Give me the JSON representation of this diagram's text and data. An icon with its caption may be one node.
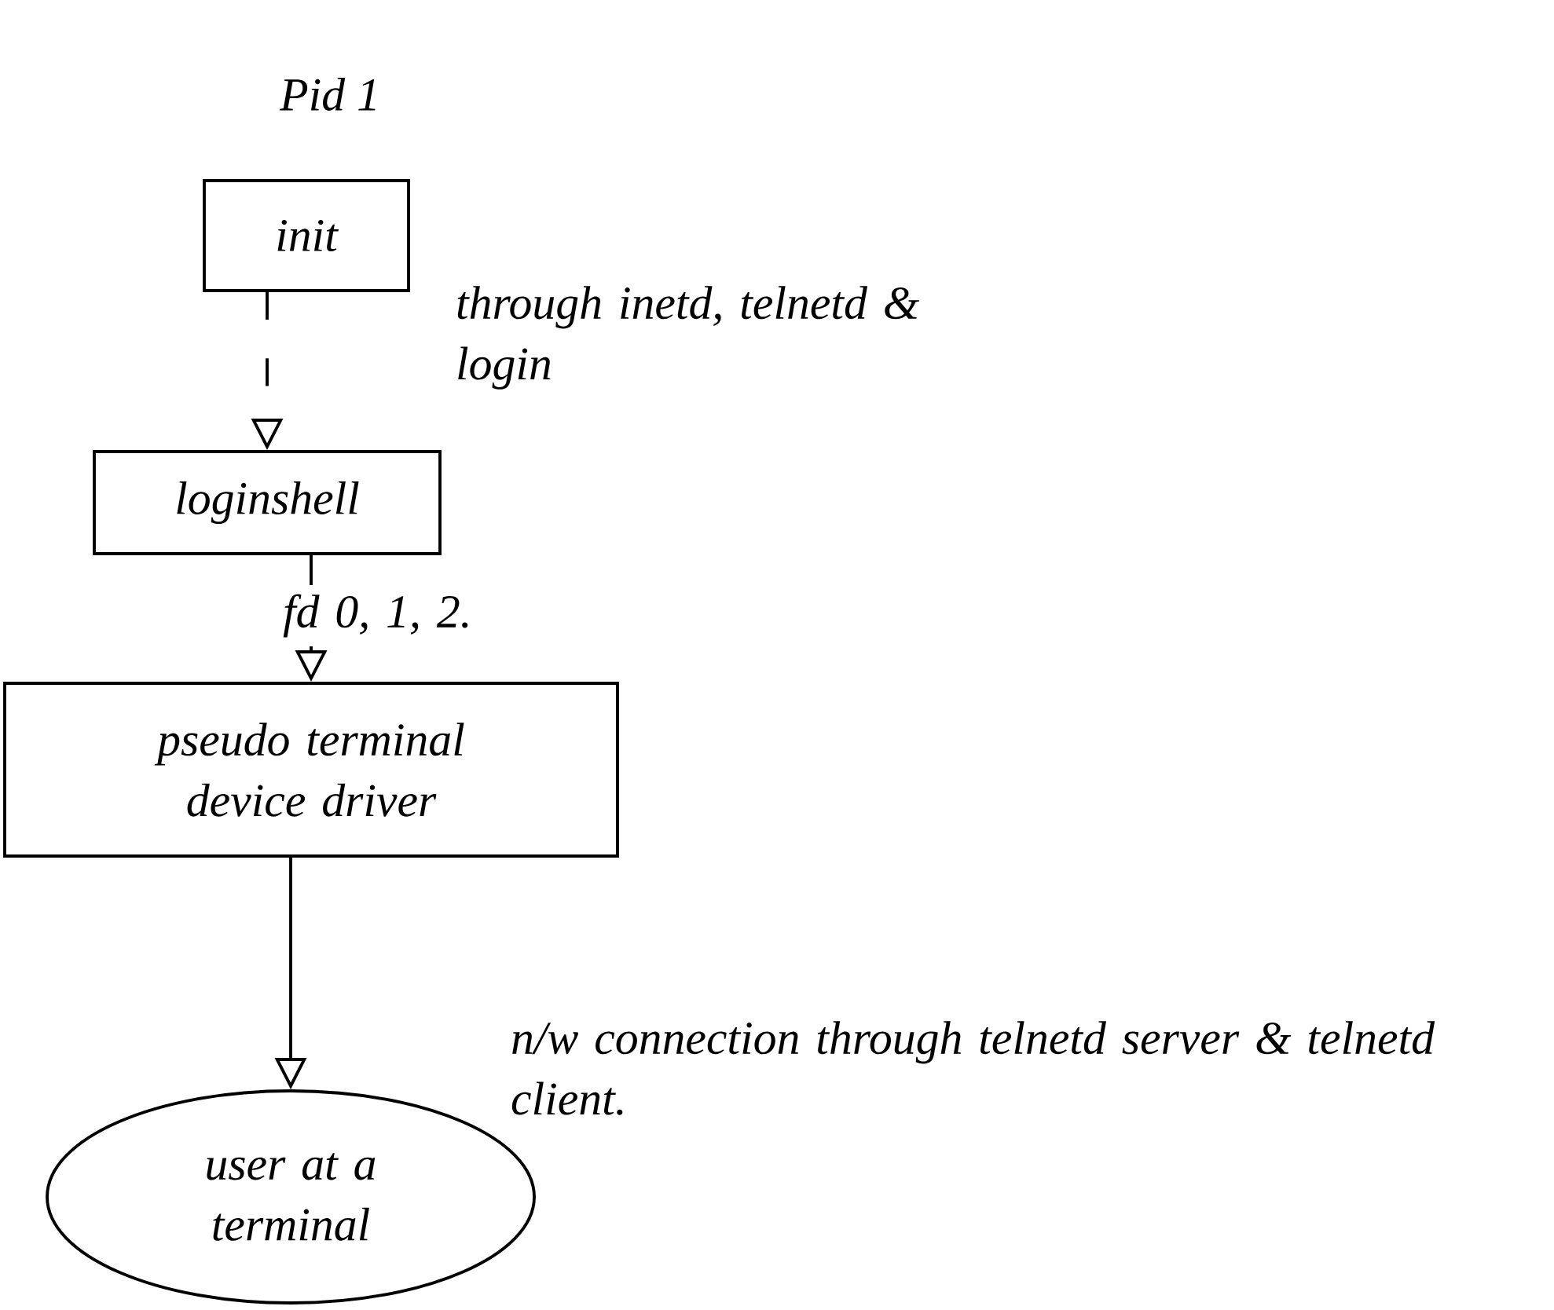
{
  "diagram": {
    "nodes": [
      {
        "text": [
          "init"
        ],
        "beside": [
          "Pid 1"
        ]
      },
      {
        "text": [
          "loginshell"
        ]
      },
      {
        "text": [
          "pseudo terminal device driver"
        ]
      },
      {
        "text": [
          "user at a terminal"
        ]
      }
    ],
    "edges": [
      {
        "from": 0,
        "to": 1,
        "arrow": "to",
        "style": "dashed",
        "label": "through inetd, telnetd & login"
      },
      {
        "from": 1,
        "to": 2,
        "arrow": "to",
        "label": "fd 0, 1, 2."
      },
      {
        "from": 2,
        "to": 3,
        "arrow": "to",
        "label": "n/w connection through telnetd server & telnetd client."
      }
    ]
  }
}
